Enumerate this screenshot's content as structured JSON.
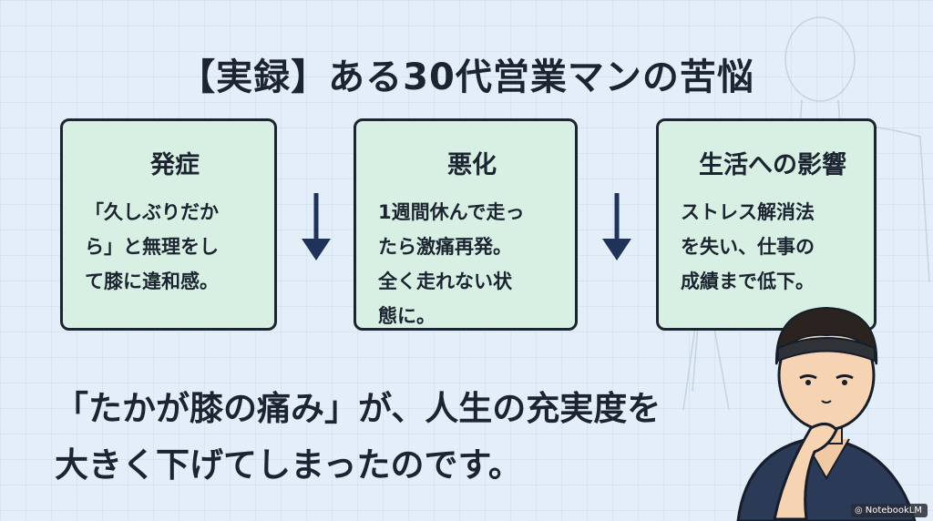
{
  "title": "【実録】ある30代営業マンの苦悩",
  "cards": [
    {
      "heading": "発症",
      "body": "「久しぶりだか\nら」と無理をし\nて膝に違和感。"
    },
    {
      "heading": "悪化",
      "body": "1週間休んで走っ\nたら激痛再発。\n全く走れない状\n態に。"
    },
    {
      "heading": "生活への影響",
      "body": "ストレス解消法\nを失い、仕事の\n成績まで低下。"
    }
  ],
  "arrow_icon": "down-arrow-icon",
  "conclusion": "「たかが膝の痛み」が、人生の充実度を\n大きく下げてしまったのです。",
  "watermark": "NotebookLM",
  "colors": {
    "card_bg": "#d7f0e3",
    "arrow": "#1f3358",
    "background": "#e3eef8",
    "text": "#1b2430"
  }
}
